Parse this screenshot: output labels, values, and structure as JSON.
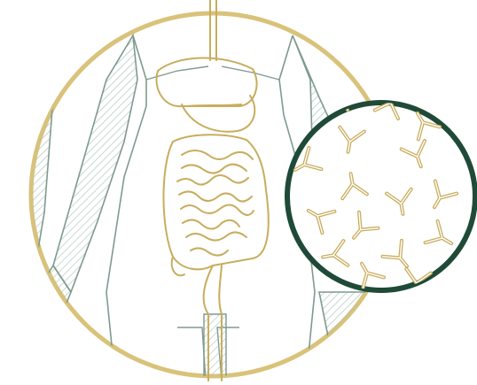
{
  "illustration": {
    "subject": "digestive-tract-with-magnified-antibodies",
    "icon_names": [
      "torso-outline",
      "esophagus",
      "stomach",
      "small-intestine",
      "large-intestine",
      "rectum",
      "magnifier-circle",
      "antibody-y-shape"
    ]
  },
  "colors": {
    "background": "#ffffff",
    "gold_outline": "#d9c27a",
    "gold_stroke": "#c8ad5e",
    "green_ring": "#1f4a38",
    "body_line": "#7f9a8e",
    "hatch": "#a9c4b8"
  },
  "antibodies": {
    "count": 16
  }
}
